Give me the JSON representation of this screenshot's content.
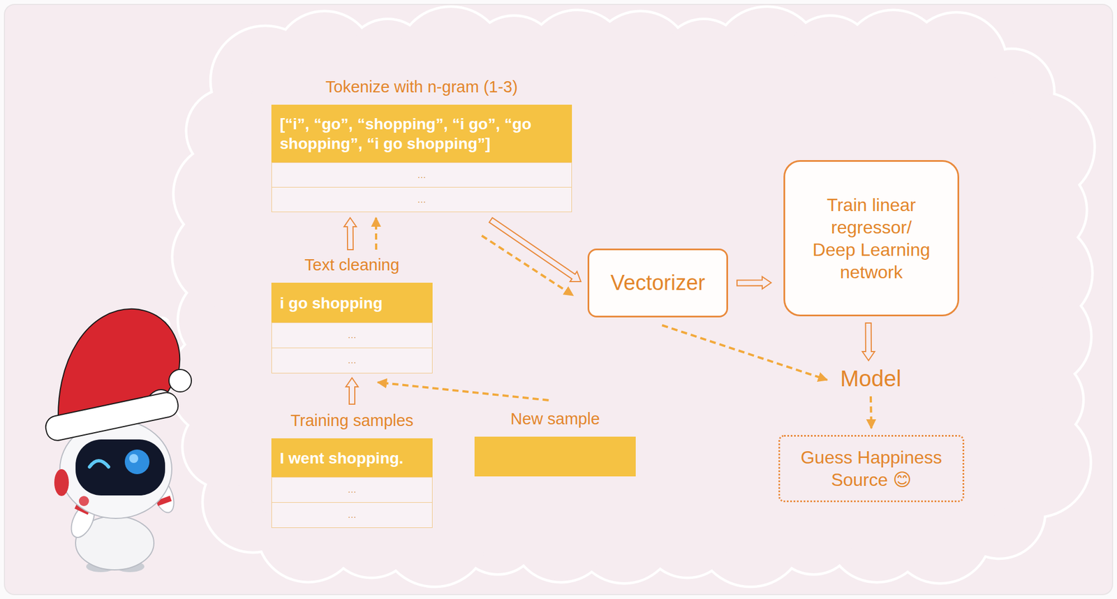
{
  "diagram": {
    "nodes": [
      {
        "text": [
          "Tokenize with n-gram (1-3)"
        ]
      },
      {
        "text": [
          "[“i”, “go”, “shopping”, “i go”, “go shopping”, “i go shopping”]"
        ],
        "in": 0
      },
      {
        "text": [
          "…"
        ],
        "in": 0
      },
      {
        "text": [
          "…"
        ],
        "in": 0
      },
      {
        "text": [
          "Text cleaning"
        ]
      },
      {
        "text": [
          "i go shopping"
        ],
        "in": 4
      },
      {
        "text": [
          "…"
        ],
        "in": 4
      },
      {
        "text": [
          "…"
        ],
        "in": 4
      },
      {
        "text": [
          "Training samples"
        ]
      },
      {
        "text": [
          "I went shopping."
        ],
        "in": 8
      },
      {
        "text": [
          "…"
        ],
        "in": 8
      },
      {
        "text": [
          "…"
        ],
        "in": 8
      },
      {
        "text": [
          "New sample"
        ]
      },
      {
        "text": [
          "Vectorizer"
        ]
      },
      {
        "text": [
          "Train linear regressor/ Deep Learning network"
        ]
      },
      {
        "text": [
          "Model"
        ]
      },
      {
        "text": [
          "Guess Happiness Source 😊"
        ]
      }
    ],
    "edges": [
      {
        "from": 8,
        "to": 4,
        "arrow": "to"
      },
      {
        "from": 12,
        "to": 4,
        "arrow": "to"
      },
      {
        "from": 4,
        "to": 0,
        "arrow": "to"
      },
      {
        "from": 4,
        "to": 0,
        "arrow": "to"
      },
      {
        "from": 0,
        "to": 13,
        "arrow": "to"
      },
      {
        "from": 0,
        "to": 13,
        "arrow": "to"
      },
      {
        "from": 13,
        "to": 14,
        "arrow": "to"
      },
      {
        "from": 14,
        "to": 15,
        "arrow": "to"
      },
      {
        "from": 13,
        "to": 15,
        "arrow": "to"
      },
      {
        "from": 15,
        "to": 16,
        "arrow": "to"
      }
    ]
  }
}
